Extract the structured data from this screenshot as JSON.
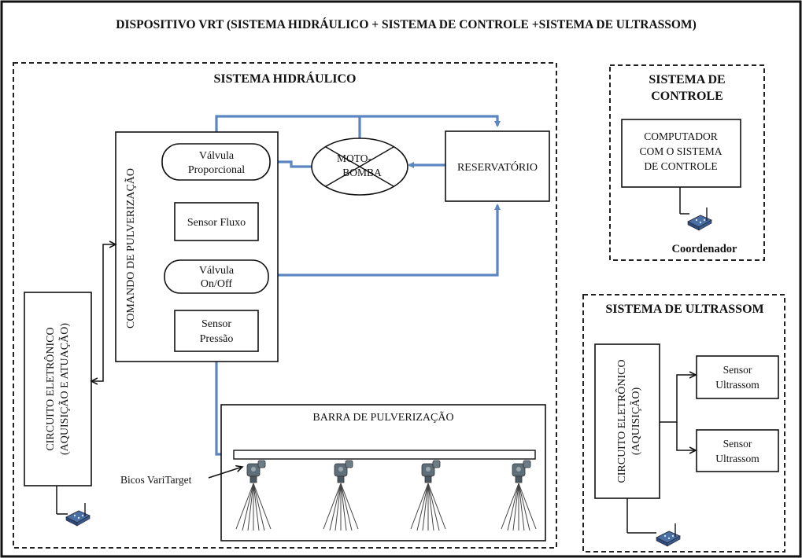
{
  "title": "DISPOSITIVO VRT (SISTEMA HIDRÁULICO + SISTEMA DE CONTROLE +SISTEMA DE ULTRASSOM)",
  "hydraulic": {
    "heading": "SISTEMA HIDRÁULICO",
    "command_label": "COMANDO DE PULVERIZAÇÃO",
    "valve_prop": [
      "Válvula",
      "Proporcional"
    ],
    "flow_sensor": "Sensor Fluxo",
    "valve_onoff": [
      "Válvula",
      "On/Off"
    ],
    "pressure_sensor": [
      "Sensor",
      "Pressão"
    ],
    "pump": [
      "MOTO-",
      "BOMBA"
    ],
    "reservoir": "RESERVATÓRIO",
    "boom": "BARRA DE PULVERIZAÇÃO",
    "nozzles": "Bicos VariTarget",
    "circuit": [
      "CIRCUITO ELETRÔNICO",
      "(AQUISIÇÃO E ATUAÇÃO)"
    ]
  },
  "control": {
    "heading": [
      "SISTEMA DE",
      "CONTROLE"
    ],
    "computer": [
      "COMPUTADOR",
      "COM O SISTEMA",
      "DE CONTROLE"
    ],
    "coordinator": "Coordenador"
  },
  "ultrasound": {
    "heading": "SISTEMA DE ULTRASSOM",
    "circuit": [
      "CIRCUITO ELETRÔNICO",
      "(AQUISIÇÃO)"
    ],
    "sensor1": [
      "Sensor",
      "Ultrassom"
    ],
    "sensor2": [
      "Sensor",
      "Ultrassom"
    ]
  },
  "colors": {
    "flow_line": "#5b86c2",
    "border": "#111111"
  },
  "icons": [
    "radio-module-icon",
    "nozzle-icon",
    "spray-icon",
    "arrow-icon"
  ]
}
